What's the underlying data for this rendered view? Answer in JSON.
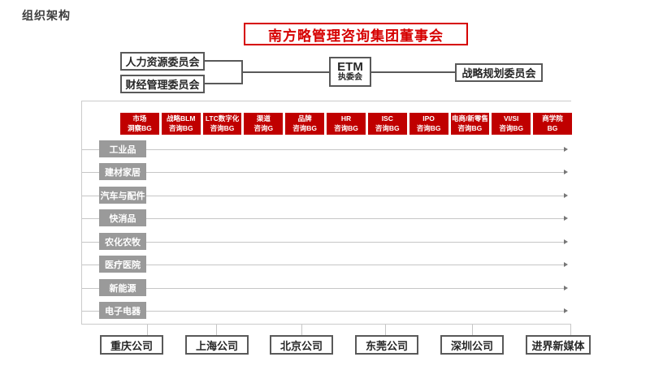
{
  "page_title": "组织架构",
  "board": {
    "title": "南方略管理咨询集团董事会"
  },
  "committees": {
    "hr": "人力资源委员会",
    "finance": "财经管理委员会",
    "etm_line1": "ETM",
    "etm_line2": "执委会",
    "strategy": "战略规划委员会"
  },
  "bg_headers": [
    {
      "line1": "市场",
      "line2": "洞察BG"
    },
    {
      "line1": "战略BLM",
      "line2": "咨询BG"
    },
    {
      "line1": "LTC数字化",
      "line2": "咨询BG"
    },
    {
      "line1": "渠道",
      "line2": "咨询G"
    },
    {
      "line1": "品牌",
      "line2": "咨询BG"
    },
    {
      "line1": "HR",
      "line2": "咨询BG"
    },
    {
      "line1": "ISC",
      "line2": "咨询BG"
    },
    {
      "line1": "IPO",
      "line2": "咨询BG"
    },
    {
      "line1": "电商/新零售",
      "line2": "咨询BG"
    },
    {
      "line1": "VI/SI",
      "line2": "咨询BG"
    },
    {
      "line1": "商学院",
      "line2": "BG"
    }
  ],
  "industries": [
    "工业品",
    "建材家居",
    "汽车与配件",
    "快消品",
    "农化农牧",
    "医疗医院",
    "新能源",
    "电子电器"
  ],
  "companies": [
    "重庆公司",
    "上海公司",
    "北京公司",
    "东莞公司",
    "深圳公司",
    "进界新媒体"
  ],
  "colors": {
    "accent_red": "#c00000",
    "title_red": "#d60000",
    "industry_gray": "#9a9a9a",
    "line_gray": "#c6c6c6",
    "border_dark": "#595959"
  }
}
